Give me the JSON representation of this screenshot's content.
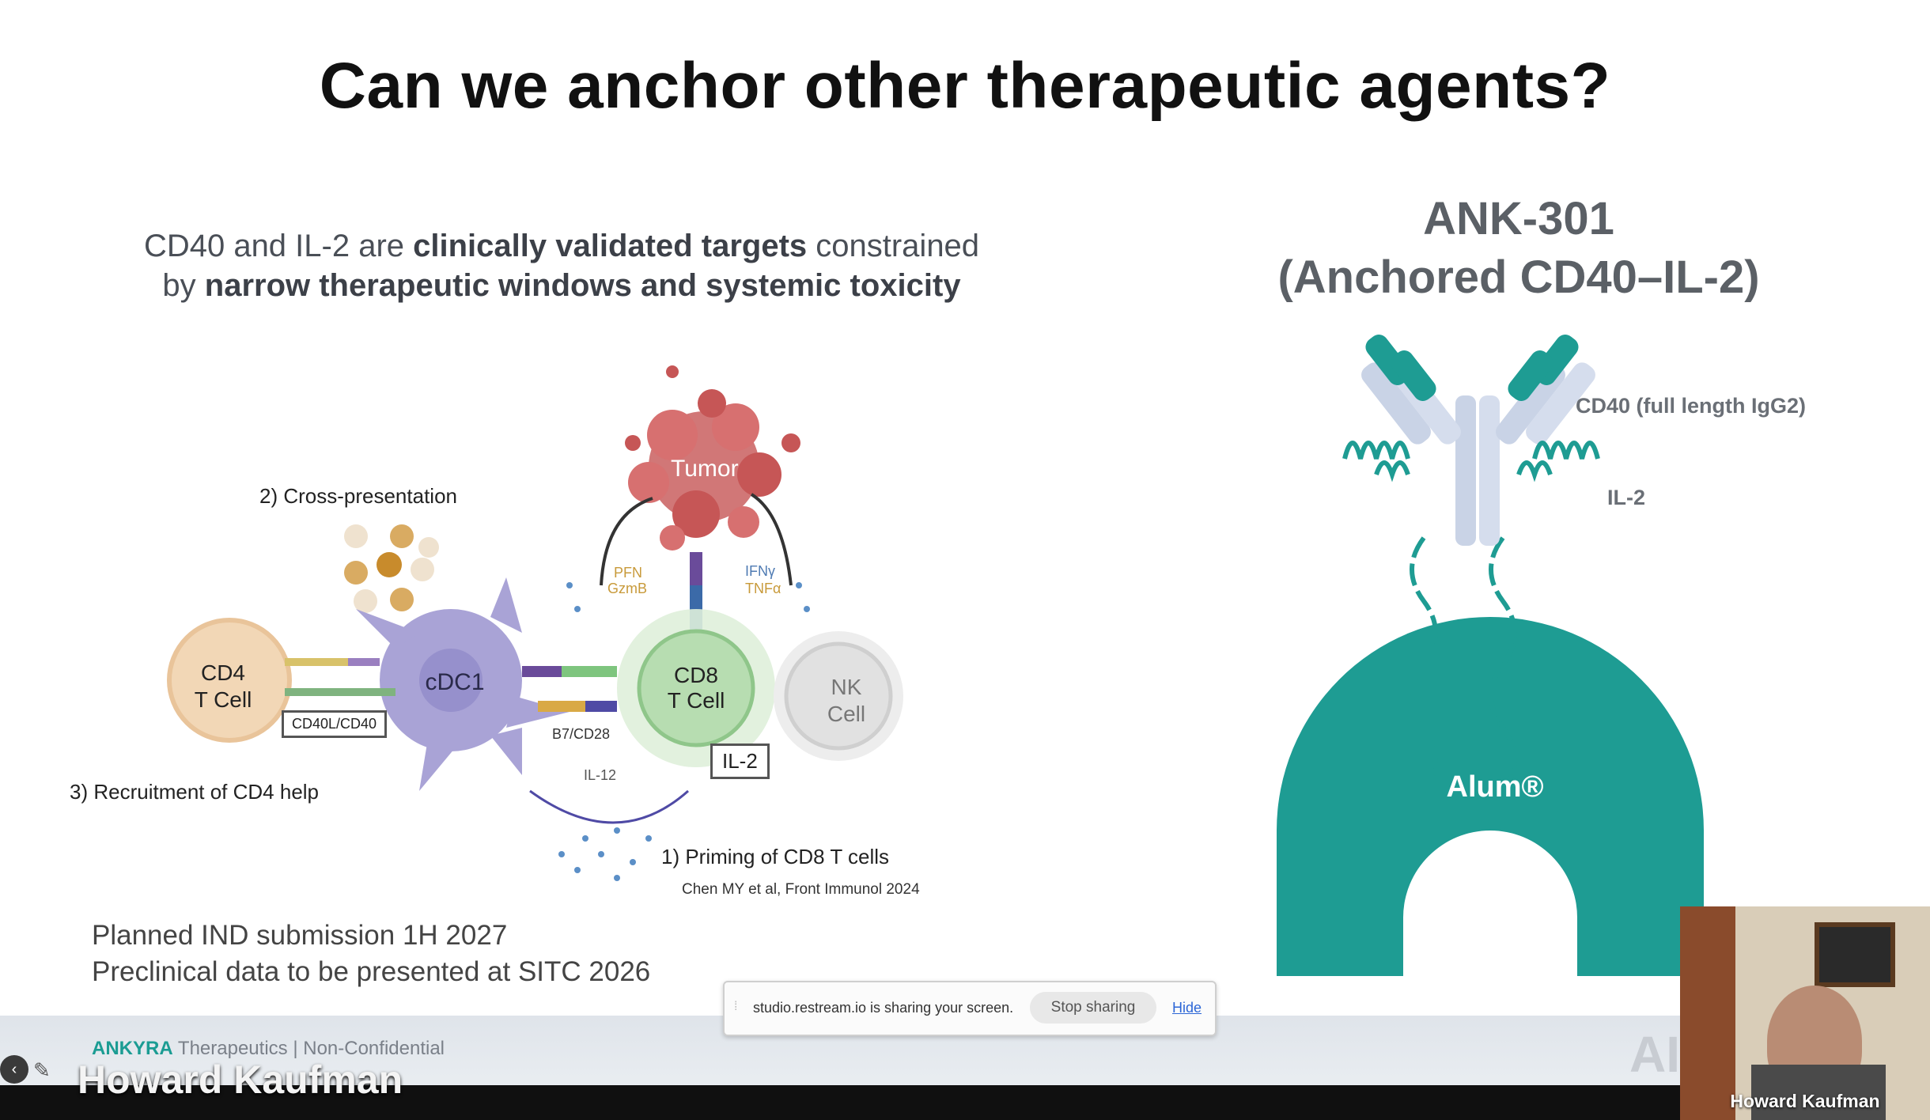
{
  "slide": {
    "title": "Can we anchor other therapeutic agents?",
    "claim": {
      "p1": "CD40 and IL-2 are ",
      "b1": "clinically validated targets",
      "p2": " constrained",
      "p3": "by ",
      "b2": "narrow therapeutic windows and systemic toxicity"
    },
    "diagram": {
      "cross_presentation": "2) Cross-presentation",
      "tumor": "Tumor",
      "pfn": "PFN",
      "gzmb": "GzmB",
      "ifng": "IFNγ",
      "tnfa": "TNFα",
      "cd4_line1": "CD4",
      "cd4_line2": "T Cell",
      "cdc1": "cDC1",
      "cd8_line1": "CD8",
      "cd8_line2": "T Cell",
      "nk_line1": "NK",
      "nk_line2": "Cell",
      "cd40l_box": "CD40L/CD40",
      "b7": "B7/CD28",
      "il2_box": "IL-2",
      "il12": "IL-12",
      "recruitment": "3) Recruitment of CD4 help",
      "priming": "1) Priming of CD8 T cells",
      "citation": "Chen MY et al, Front Immunol 2024"
    },
    "ank": {
      "line1": "ANK-301",
      "line2": "(Anchored CD40–IL-2)",
      "cd40_label": "CD40 (full length IgG2)",
      "il2_label": "IL-2",
      "alum": "Alum®"
    },
    "notes": {
      "line1": "Planned IND submission 1H 2027",
      "line2": "Preclinical data to be presented at SITC 2026"
    },
    "footer": {
      "company": "ANKYRA",
      "company_rest": " Therapeutics",
      "sep": " | ",
      "confidential": "Non-Confidential",
      "logo_partial": "AI"
    }
  },
  "screen_share": {
    "message": "studio.restream.io is sharing your screen.",
    "stop_label": "Stop sharing",
    "hide_label": "Hide"
  },
  "presenter": {
    "name": "Howard Kaufman",
    "webcam_name": "Howard Kaufman"
  },
  "colors": {
    "teal": "#1e9c93",
    "antibody": "#c9d3e6",
    "tumor": "#c95f5f",
    "cdc1": "#a9a3d6",
    "cd4": "#f2d7b6",
    "cd8": "#b7ddb1",
    "nk": "#e1e1e1"
  }
}
